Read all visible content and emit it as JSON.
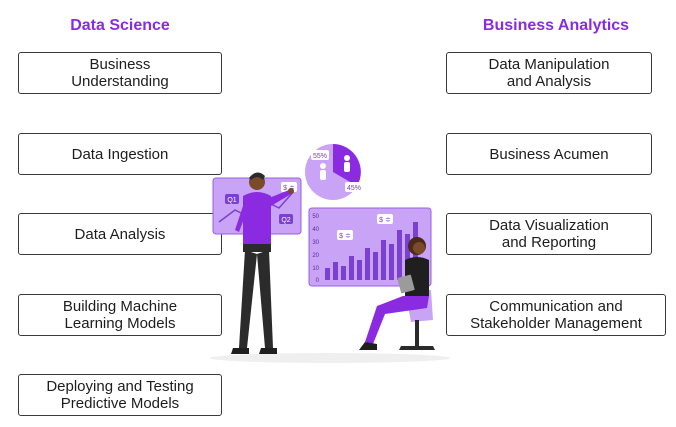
{
  "columns": {
    "data_science": {
      "title": "Data Science",
      "items": [
        "Business\nUnderstanding",
        "Data Ingestion",
        "Data Analysis",
        "Building Machine\nLearning Models",
        "Deploying and Testing\nPredictive Models"
      ]
    },
    "business_analytics": {
      "title": "Business Analytics",
      "items": [
        "Data Manipulation\nand Analysis",
        "Business Acumen",
        "Data Visualization\nand Reporting",
        "Communication and\nStakeholder Management"
      ]
    }
  },
  "illustration": {
    "pie_labels": [
      "55%",
      "45%"
    ],
    "chart_axis_ticks": [
      "50",
      "40",
      "30",
      "20",
      "10",
      "0"
    ],
    "panel_labels": [
      "Q1",
      "Q2"
    ],
    "currency_badge": "$ ≑"
  },
  "colors": {
    "accent": "#8a2be2",
    "purple_light": "#c9a3f5",
    "purple_mid": "#9b5de5",
    "dark": "#2b2b2b"
  }
}
